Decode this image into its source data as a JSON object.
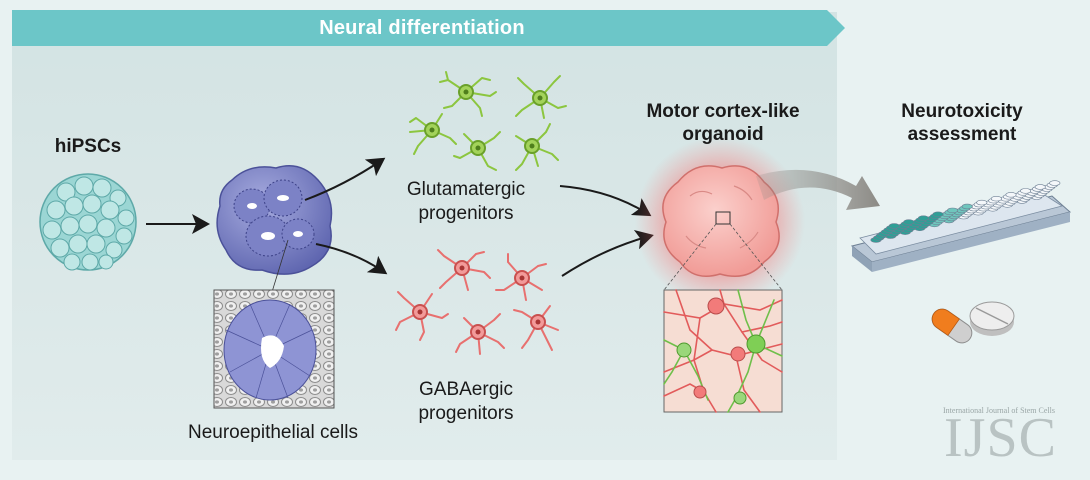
{
  "banner": {
    "title": "Neural differentiation",
    "color": "#6cc6c8"
  },
  "stages": {
    "hipscs": "hiPSCs",
    "glutamatergic": [
      "Glutamatergic",
      "progenitors"
    ],
    "gabaergic": [
      "GABAergic",
      "progenitors"
    ],
    "neuroepithelial": "Neuroepithelial cells",
    "organoid": [
      "Motor cortex-like",
      "organoid"
    ],
    "neurotoxicity": [
      "Neurotoxicity",
      "assessment"
    ]
  },
  "watermark": {
    "journal": "International Journal of Stem Cells",
    "abbr": "IJSC"
  },
  "colors": {
    "green_cells": "#8cc63f",
    "red_cells": "#e8706f",
    "hipsc": "#8fd0d0",
    "neuroepithelial": "#7f86c8",
    "organoid": "#f08a8a"
  },
  "icons": [
    "well-plate-icon",
    "capsule-icon",
    "tablet-icon",
    "arrow-icon"
  ]
}
